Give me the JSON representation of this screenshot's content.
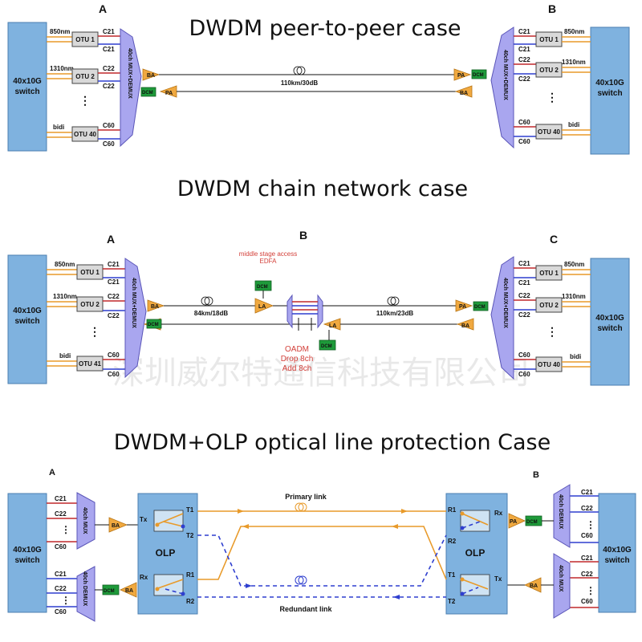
{
  "colors": {
    "switch": "#7fb2df",
    "otu": "#d9d9d9",
    "mux": "#a9a6ef",
    "amplifier": "#f0a940",
    "dcm": "#1e9a3a",
    "orange_link": "#e89a2a",
    "blue_link": "#2f3fcf",
    "red_text": "#d3403a"
  },
  "section1": {
    "title": "DWDM peer-to-peer case",
    "site_a": "A",
    "site_b": "B",
    "switch_label": "40x10G switch",
    "switch_line1": "40x10G",
    "switch_line2": "switch",
    "mux_label": "40ch MUX+DEMUX",
    "client_left": [
      "850nm",
      "1310nm",
      "bidi"
    ],
    "client_right": [
      "850nm",
      "1310nm",
      "bidi"
    ],
    "otus": [
      "OTU 1",
      "OTU 2",
      "OTU 40"
    ],
    "channels": [
      "C21",
      "C21",
      "C22",
      "C22",
      "C60",
      "C60"
    ],
    "ba": "BA",
    "pa": "PA",
    "dcm": "DCM",
    "span": "110km/30dB"
  },
  "section2": {
    "title": "DWDM chain network case",
    "site_a": "A",
    "site_b": "B",
    "site_c": "C",
    "switch_line1": "40x10G",
    "switch_line2": "switch",
    "mux_label": "40ch MUX+DEMUX",
    "client": [
      "850nm",
      "1310nm",
      "bidi"
    ],
    "otus": [
      "OTU 1",
      "OTU 2",
      "OTU 40"
    ],
    "otus_left": [
      "OTU 1",
      "OTU 2",
      "OTU 41"
    ],
    "channels": [
      "C21",
      "C21",
      "C22",
      "C22",
      "C60",
      "C60"
    ],
    "edfa_note_1": "middle stage access",
    "edfa_note_2": "EDFA",
    "la": "LA",
    "dcm": "DCM",
    "ba": "BA",
    "pa": "PA",
    "span_left": "84km/18dB",
    "span_right": "110km/23dB",
    "oadm_1": "OADM",
    "oadm_2": "Drop 8ch",
    "oadm_3": "Add 8ch",
    "watermark": "深圳威尔特通信科技有限公司"
  },
  "section3": {
    "title": "DWDM+OLP optical line protection Case",
    "site_a": "A",
    "site_b": "B",
    "switch_line1": "40x10G",
    "switch_line2": "switch",
    "mux_left_top": "40ch MUX",
    "mux_left_bottom": "40ch DEMUX",
    "mux_right_top": "40ch DEMUX",
    "mux_right_bottom": "40ch MUX",
    "channels": [
      "C21",
      "C22",
      "C60"
    ],
    "olp": "OLP",
    "ports_left": [
      "Tx",
      "T1",
      "T2",
      "Rx",
      "R1",
      "R2"
    ],
    "ports_right": [
      "R1",
      "Rx",
      "R2",
      "T1",
      "Tx",
      "T2"
    ],
    "primary": "Primary link",
    "redundant": "Redundant link",
    "ba": "BA",
    "pa": "PA",
    "dcm": "DCM"
  }
}
